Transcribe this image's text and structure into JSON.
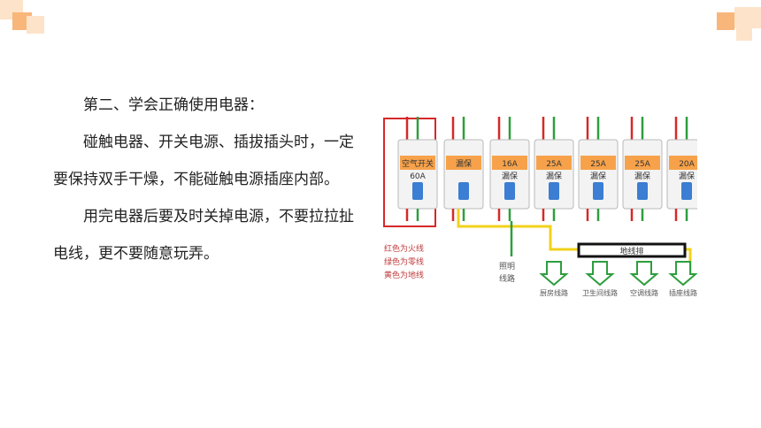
{
  "slide": {
    "paragraphs": [
      "第二、学会正确使用电器：",
      "碰触电器、开关电源、插拔插头时，一定要保持双手干燥，不能碰触电源插座内部。",
      "用完电器后要及时关掉电源，不要拉拉扯电线，更不要随意玩弄。"
    ]
  },
  "diagram": {
    "breakers": [
      {
        "label": "空气开关",
        "rating": "60A"
      },
      {
        "label": "",
        "rating": "漏保"
      },
      {
        "label": "",
        "rating": "16A"
      },
      {
        "label": "",
        "rating": "25A"
      },
      {
        "label": "",
        "rating": "25A"
      },
      {
        "label": "",
        "rating": "25A"
      },
      {
        "label": "",
        "rating": "20A"
      }
    ],
    "breaker_sub": [
      "",
      "",
      "漏保",
      "漏保",
      "漏保",
      "漏保",
      "漏保"
    ],
    "legend": [
      "红色为火线",
      "绿色为零线",
      "黄色为地线"
    ],
    "ground_bar_label": "地线排",
    "circuits": [
      "照明",
      "线路",
      "厨房线路",
      "卫生间线路",
      "空调线路",
      "插座线路"
    ],
    "colors": {
      "live": "#d62828",
      "neutral": "#2e9e3e",
      "earth": "#f2d21b",
      "accent": "#f7a24a"
    }
  }
}
